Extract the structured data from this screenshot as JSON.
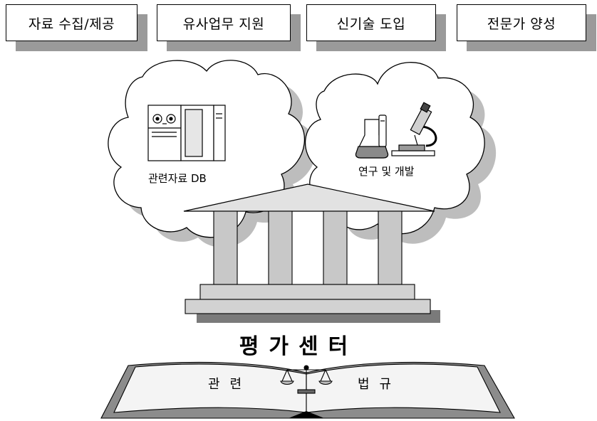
{
  "boxes": [
    {
      "label": "자료 수집/제공"
    },
    {
      "label": "유사업무 지원"
    },
    {
      "label": "신기술 도입"
    },
    {
      "label": "전문가 양성"
    }
  ],
  "clouds": {
    "left_label": "관련자료 DB",
    "right_label": "연구 및 개발"
  },
  "title": "평가센터",
  "book": {
    "left_label": "관련",
    "right_label": "법규"
  },
  "colors": {
    "shadow": "#9a9a9a",
    "column": "#c8c8c8",
    "base": "#d2d2d2",
    "outline": "#000000"
  }
}
